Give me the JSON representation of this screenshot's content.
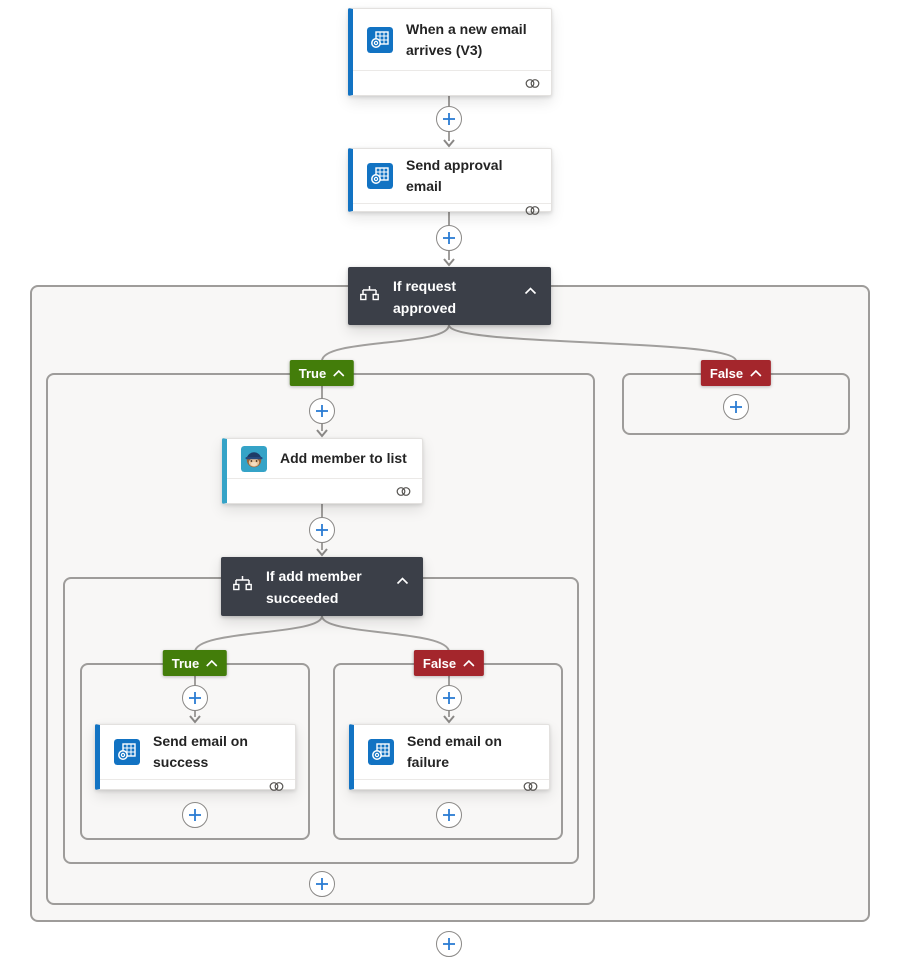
{
  "flow": {
    "trigger": {
      "title": "When a new email arrives (V3)",
      "icon": "outlook-icon"
    },
    "actions": {
      "send_approval": {
        "title": "Send approval email",
        "icon": "outlook-icon"
      },
      "add_member": {
        "title": "Add member to list",
        "icon": "mailchimp-icon"
      },
      "send_success": {
        "title": "Send email on success",
        "icon": "outlook-icon"
      },
      "send_failure": {
        "title": "Send email on failure",
        "icon": "outlook-icon"
      }
    },
    "conditions": {
      "request_approved": {
        "title": "If request approved",
        "icon": "condition-icon",
        "true_label": "True",
        "false_label": "False"
      },
      "add_member_succeeded": {
        "title": "If add member succeeded",
        "icon": "condition-icon",
        "true_label": "True",
        "false_label": "False"
      }
    }
  },
  "ui": {
    "collapse_icon": "chevron-up-icon",
    "insert_icon": "plus-icon",
    "connection_icon": "link-icon"
  },
  "colors": {
    "true_badge": "#437d0a",
    "false_badge": "#a4262c",
    "condition_header": "#3b3f48",
    "outlook_blue": "#1273c3",
    "mailchimp_teal": "#35a3c7",
    "connector_line": "#a19f9d",
    "plus_blue": "#2b7cd3",
    "scope_background": "#f8f7f6",
    "scope_border": "#9e9c9a"
  }
}
